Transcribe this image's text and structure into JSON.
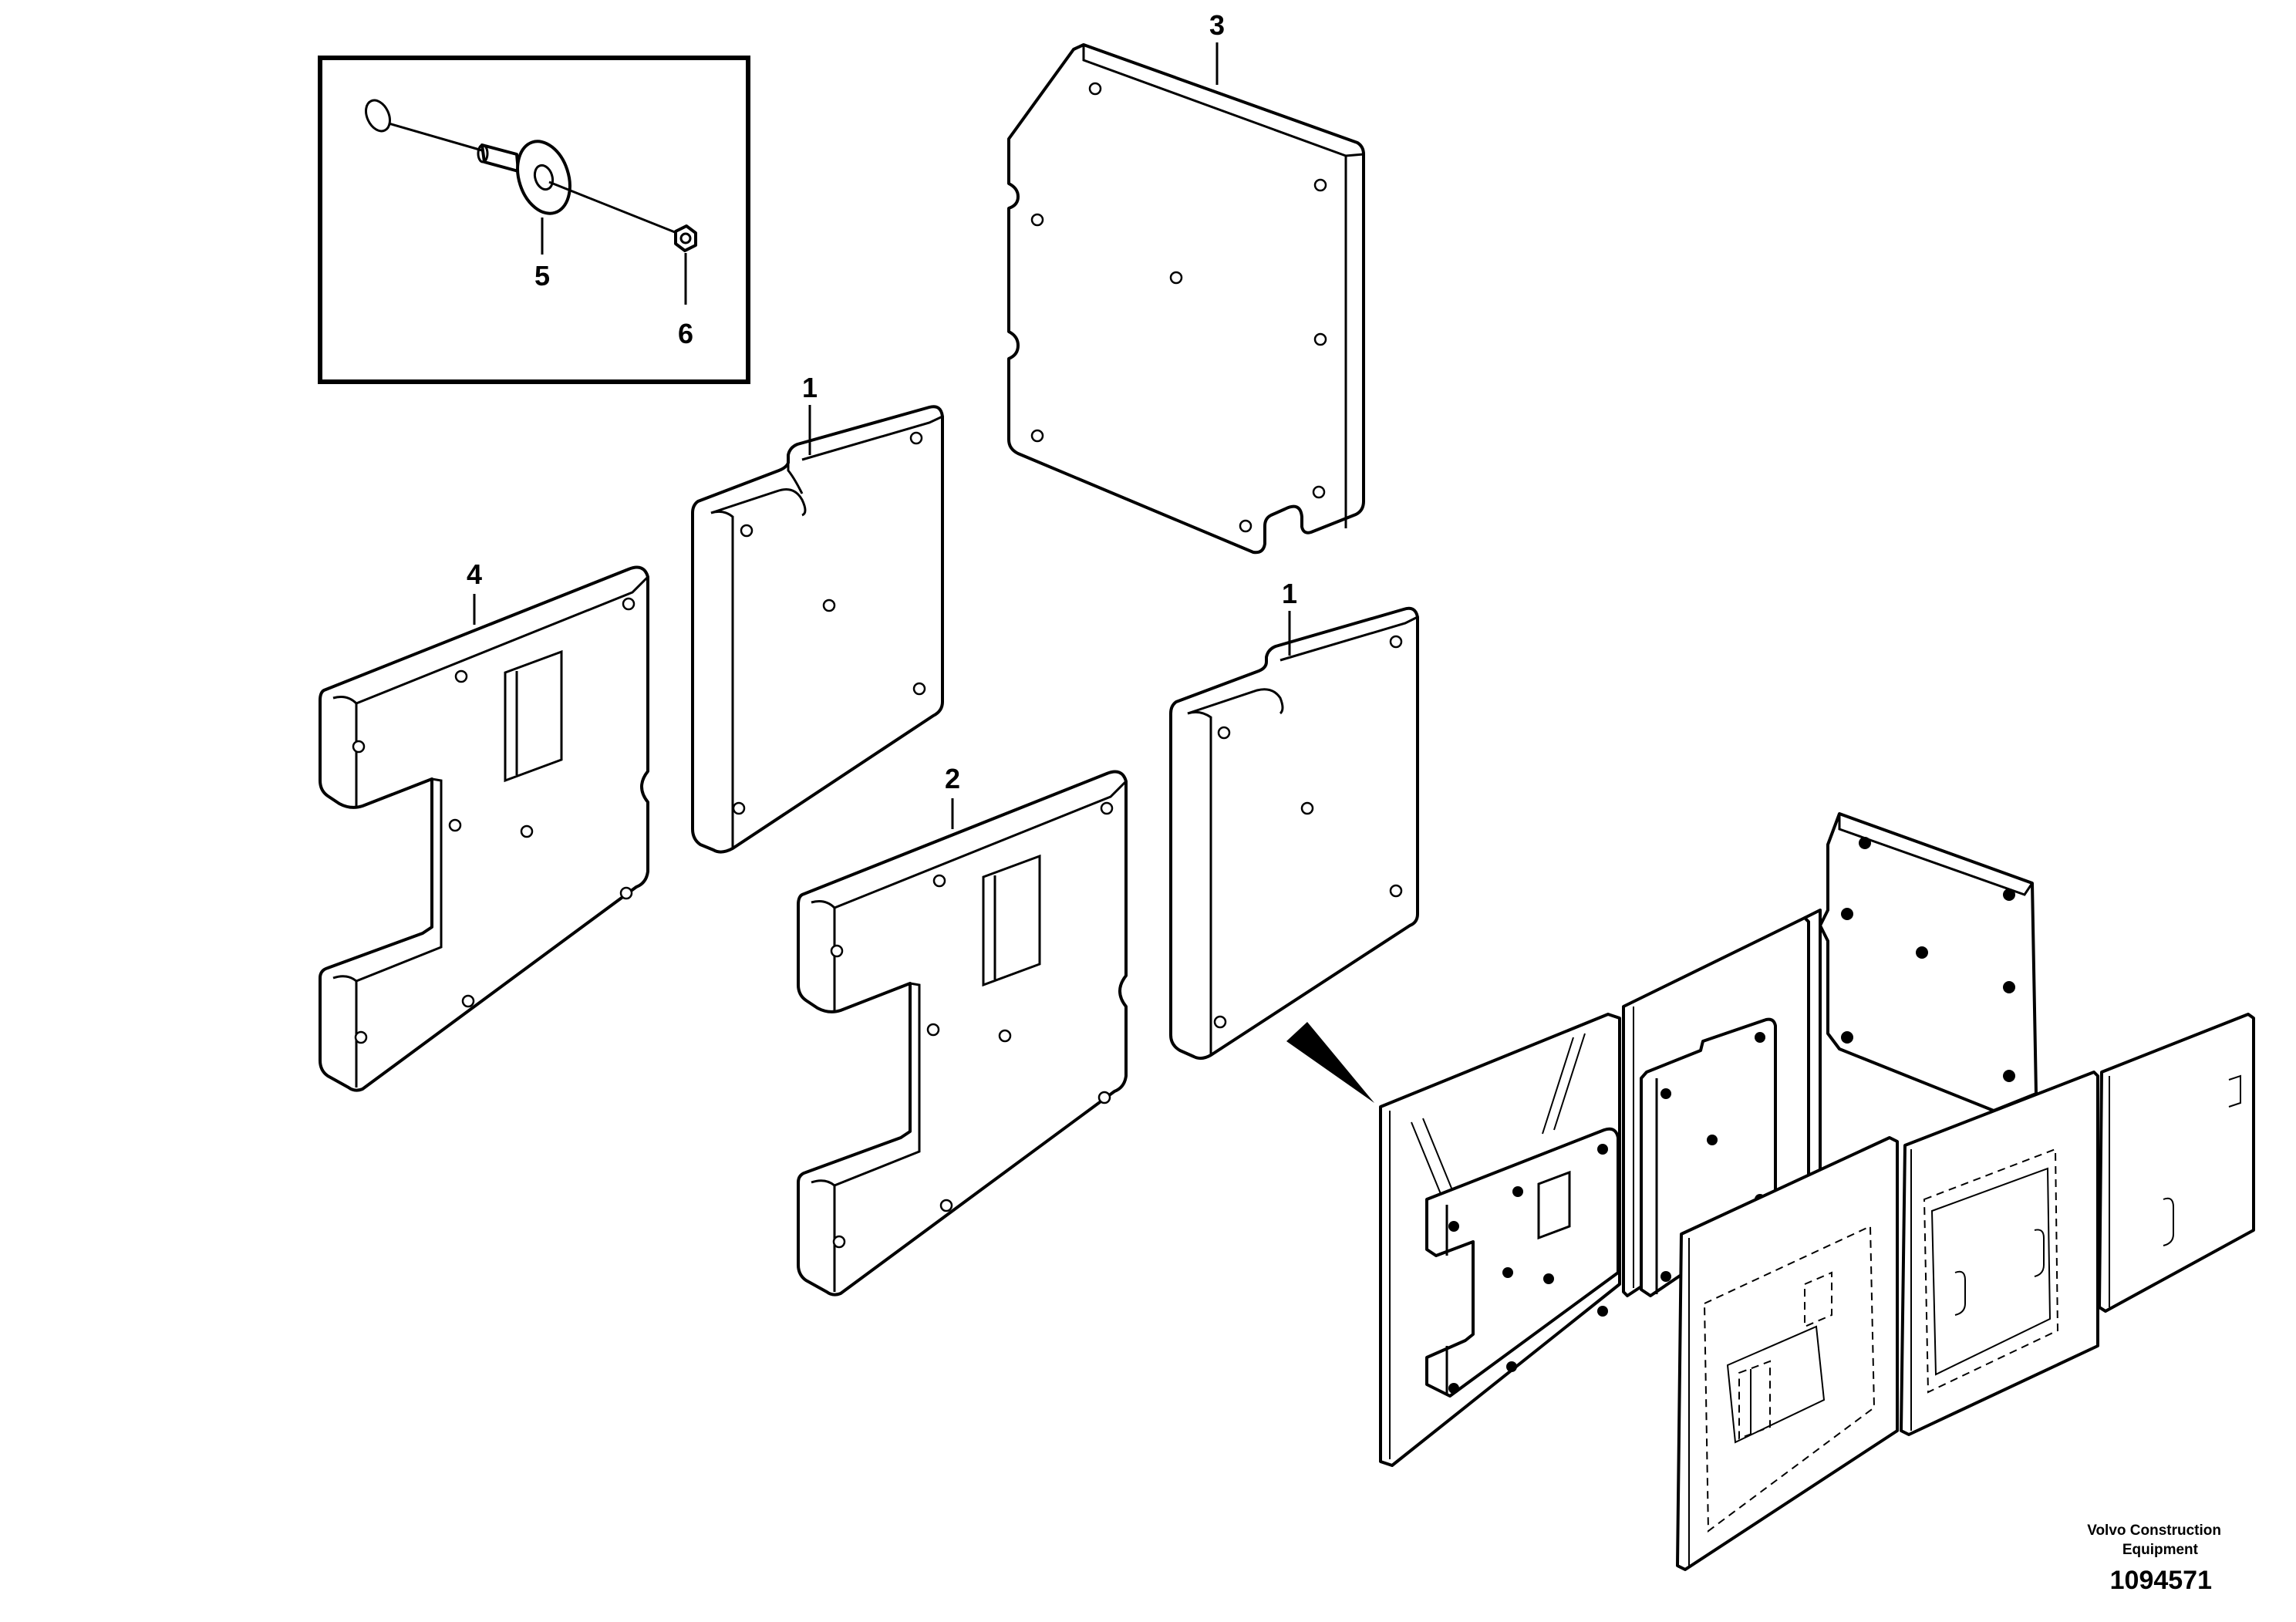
{
  "callouts": {
    "c1a": "1",
    "c1b": "1",
    "c2": "2",
    "c3": "3",
    "c4": "4",
    "c5": "5",
    "c6": "6"
  },
  "footer": {
    "brand_line1": "Volvo Construction",
    "brand_line2": "Equipment",
    "doc_number": "1094571"
  }
}
